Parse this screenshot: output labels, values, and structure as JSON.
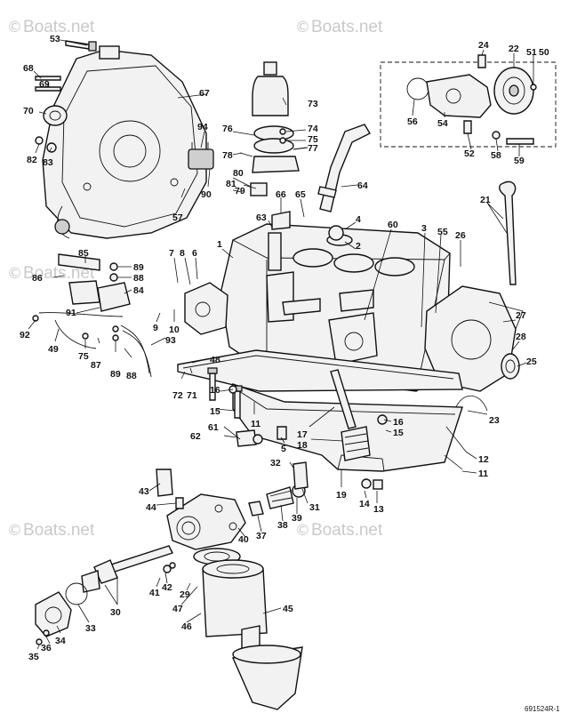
{
  "watermark": {
    "text": "Boats.net",
    "symbol": "©"
  },
  "drawing_code": "691524R-1",
  "callouts": [
    "53",
    "68",
    "69",
    "70",
    "67",
    "82",
    "83",
    "94",
    "76",
    "74",
    "75",
    "77",
    "73",
    "78",
    "80",
    "81",
    "79",
    "90",
    "57",
    "66",
    "65",
    "64",
    "24",
    "22",
    "51",
    "50",
    "56",
    "54",
    "52",
    "58",
    "59",
    "63",
    "4",
    "2",
    "60",
    "3",
    "55",
    "26",
    "21",
    "85",
    "86",
    "89",
    "88",
    "84",
    "7",
    "8",
    "6",
    "91",
    "92",
    "49",
    "75b",
    "87",
    "89b",
    "88b",
    "93",
    "9",
    "10",
    "1",
    "27",
    "28",
    "25",
    "23",
    "48",
    "72",
    "71",
    "16",
    "15",
    "61",
    "62",
    "11",
    "17",
    "18",
    "5",
    "16b",
    "15b",
    "12",
    "11b",
    "32",
    "31",
    "19",
    "14",
    "13",
    "43",
    "44",
    "40",
    "37",
    "38",
    "39",
    "30",
    "33",
    "34",
    "35",
    "36",
    "42",
    "41",
    "29",
    "47",
    "46",
    "45"
  ],
  "labels": {
    "53": "53",
    "68": "68",
    "69": "69",
    "70": "70",
    "67": "67",
    "82": "82",
    "83": "83",
    "94": "94",
    "76": "76",
    "74": "74",
    "75": "75",
    "77": "77",
    "73": "73",
    "78": "78",
    "80": "80",
    "81": "81",
    "79": "79",
    "90": "90",
    "57": "57",
    "66": "66",
    "65": "65",
    "64": "64",
    "24": "24",
    "22": "22",
    "51": "51",
    "50": "50",
    "56": "56",
    "54": "54",
    "52": "52",
    "58": "58",
    "59": "59",
    "63": "63",
    "4": "4",
    "2": "2",
    "60": "60",
    "3": "3",
    "55": "55",
    "26": "26",
    "21": "21",
    "85": "85",
    "86": "86",
    "89": "89",
    "88": "88",
    "84": "84",
    "7": "7",
    "8": "8",
    "6": "6",
    "91": "91",
    "92": "92",
    "49": "49",
    "75b": "75",
    "87": "87",
    "89b": "89",
    "88b": "88",
    "93": "93",
    "9": "9",
    "10": "10",
    "1": "1",
    "27": "27",
    "28": "28",
    "25": "25",
    "23": "23",
    "48": "48",
    "72": "72",
    "71": "71",
    "16": "16",
    "15": "15",
    "61": "61",
    "62": "62",
    "11": "11",
    "17": "17",
    "18": "18",
    "5": "5",
    "16b": "16",
    "15b": "15",
    "12": "12",
    "11b": "11",
    "32": "32",
    "31": "31",
    "19": "19",
    "14": "14",
    "13": "13",
    "43": "43",
    "44": "44",
    "40": "40",
    "37": "37",
    "38": "38",
    "39": "39",
    "30": "30",
    "33": "33",
    "34": "34",
    "35": "35",
    "36": "36",
    "42": "42",
    "41": "41",
    "29": "29",
    "47": "47",
    "46": "46",
    "45": "45"
  }
}
